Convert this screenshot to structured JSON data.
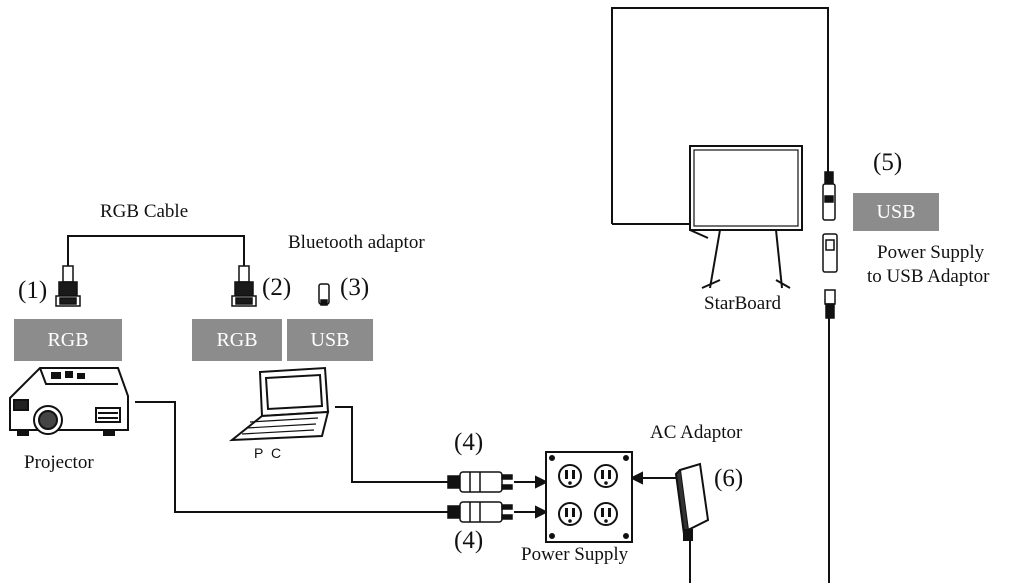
{
  "labels": {
    "rgb_cable": "RGB Cable",
    "bluetooth_adaptor": "Bluetooth adaptor",
    "projector": "Projector",
    "pc": "P C",
    "ac_adaptor": "AC Adaptor",
    "power_supply": "Power Supply",
    "starboard": "StarBoard",
    "power_to_usb_line1": "Power Supply",
    "power_to_usb_line2": "to USB Adaptor"
  },
  "numbers": {
    "n1": "(1)",
    "n2": "(2)",
    "n3": "(3)",
    "n4_top": "(4)",
    "n4_bottom": "(4)",
    "n5": "(5)",
    "n6": "(6)"
  },
  "badges": {
    "rgb_projector": "RGB",
    "rgb_pc": "RGB",
    "usb_pc": "USB",
    "usb_board": "USB"
  },
  "colors": {
    "badge": "#8c8c8c",
    "line": "#111111"
  }
}
